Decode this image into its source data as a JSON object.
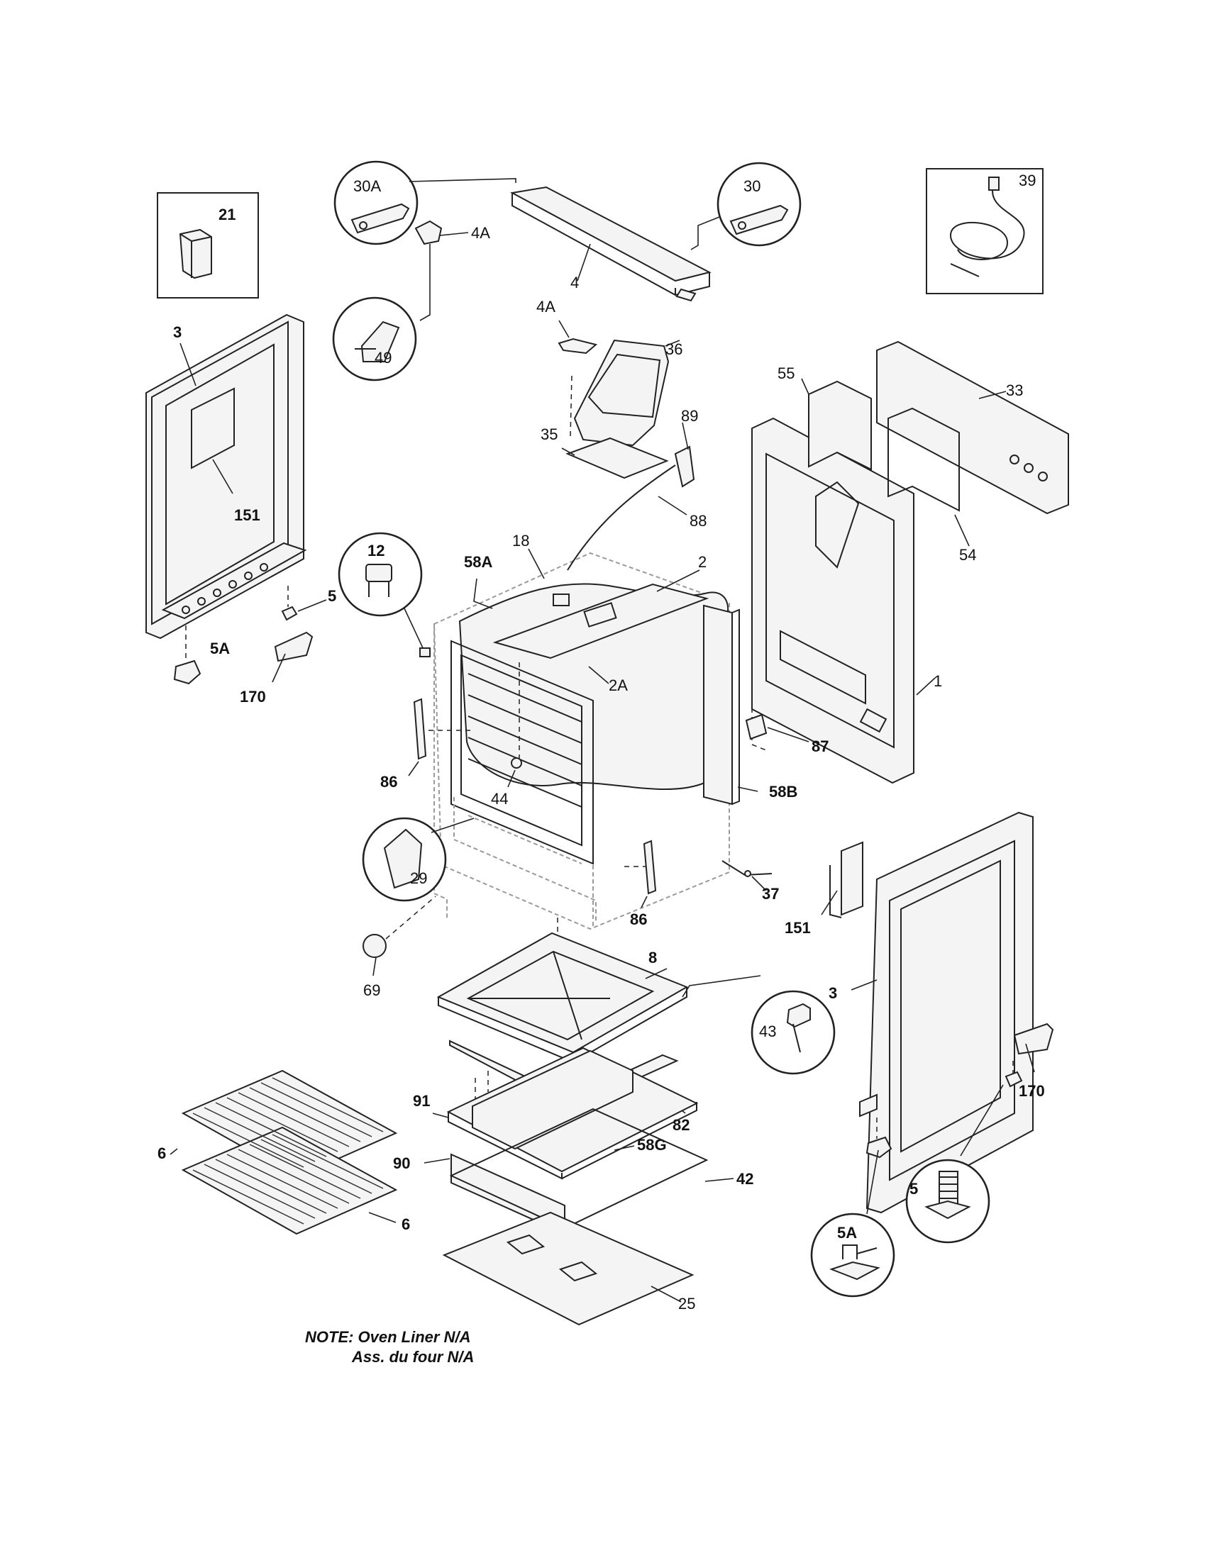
{
  "diagram": {
    "note_line1": "NOTE: Oven Liner N/A",
    "note_line2": "Ass. du four N/A",
    "labels": {
      "p30A": "30A",
      "p30": "30",
      "p39": "39",
      "p21": "21",
      "p4": "4",
      "p4A_top": "4A",
      "p4A_mid": "4A",
      "p49": "49",
      "p3_left": "3",
      "p151_left": "151",
      "p36": "36",
      "p35": "35",
      "p89": "89",
      "p88": "88",
      "p55": "55",
      "p33": "33",
      "p54": "54",
      "p12": "12",
      "p58A": "58A",
      "p18": "18",
      "p2": "2",
      "p2A": "2A",
      "p1": "1",
      "p5_left": "5",
      "p5A_left": "5A",
      "p170_left": "170",
      "p86_left": "86",
      "p44": "44",
      "p87": "87",
      "p58B": "58B",
      "p29": "29",
      "p86_mid": "86",
      "p37": "37",
      "p151_right": "151",
      "p69": "69",
      "p8": "8",
      "p43": "43",
      "p3_right": "3",
      "p82": "82",
      "p91": "91",
      "p6_top": "6",
      "p58G": "58G",
      "p90": "90",
      "p42": "42",
      "p6_bottom": "6",
      "p25": "25",
      "p5_right": "5",
      "p170_right": "170",
      "p5A_right": "5A"
    }
  }
}
